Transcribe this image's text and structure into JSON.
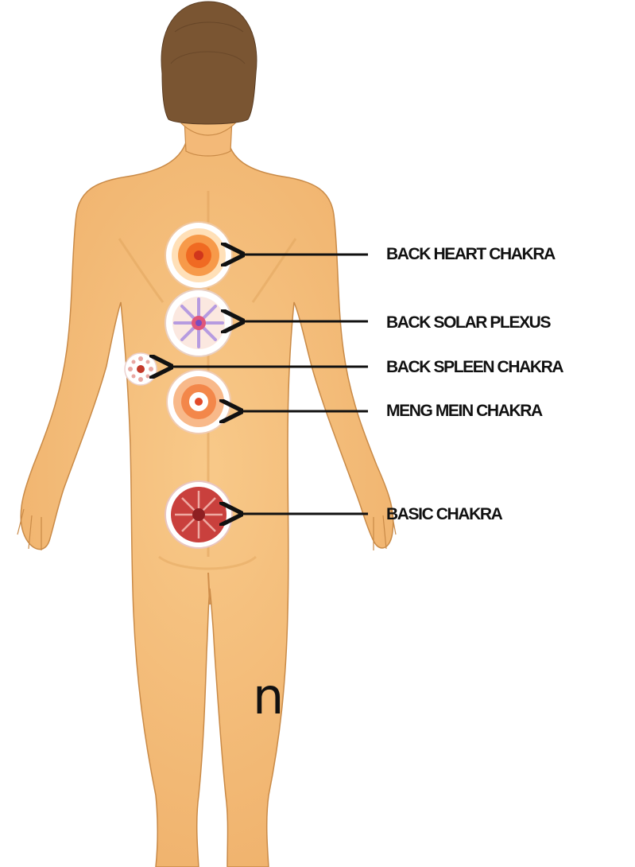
{
  "labels": [
    {
      "id": "back-heart",
      "text": "BACK HEART CHAKRA"
    },
    {
      "id": "back-solar-plexus",
      "text": "BACK SOLAR PLEXUS"
    },
    {
      "id": "back-spleen",
      "text": "BACK SPLEEN CHAKRA"
    },
    {
      "id": "meng-mein",
      "text": "MENG MEIN CHAKRA"
    },
    {
      "id": "basic",
      "text": "BASIC CHAKRA"
    }
  ],
  "stray_glyph": "n",
  "colors": {
    "skin": "#f6c07c",
    "skin_shadow": "#e6a35f",
    "hair": "#7a5532",
    "arrow": "#111111",
    "heart_chakra": "#f06a22",
    "solar_plexus": "#b69be0",
    "spleen": "#c43a2a",
    "meng_mein": "#f3874a",
    "basic": "#c9403d"
  }
}
